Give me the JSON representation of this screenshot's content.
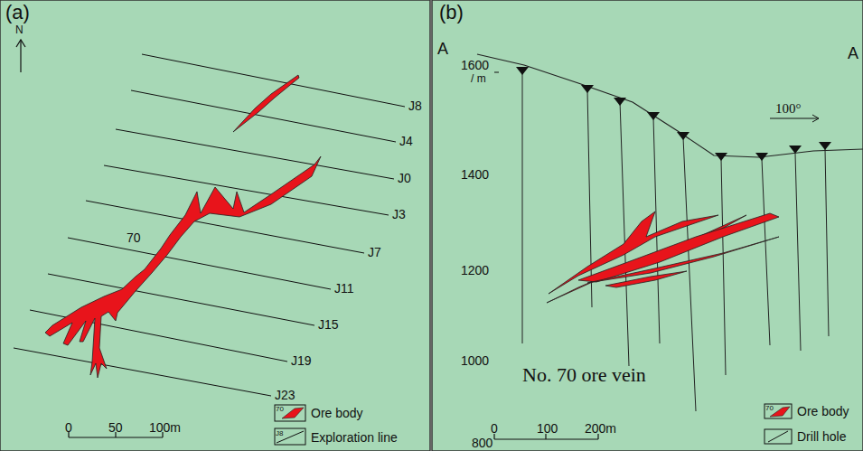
{
  "diagram": {
    "labels": [
      "(a)",
      "N",
      "J8",
      "J4",
      "J0",
      "J3",
      "J7",
      "J11",
      "J15",
      "J19",
      "J23",
      "70",
      "0",
      "50",
      "100m",
      "70",
      "J8",
      "(b)",
      "A",
      "A",
      "1600",
      "/ m",
      "1400",
      "1200",
      "1000",
      "800",
      "100°",
      "No. 70 ore vein",
      "0",
      "100",
      "200m",
      "70"
    ],
    "legend": [
      {
        "text": "Ore body"
      },
      {
        "text": "Exploration line"
      },
      {
        "text": "Ore body"
      },
      {
        "text": "Drill hole"
      }
    ]
  }
}
